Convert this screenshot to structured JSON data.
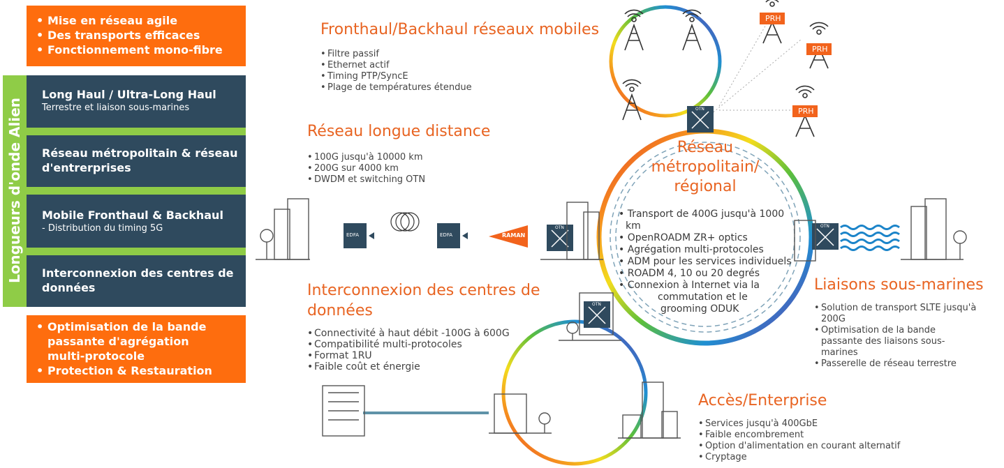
{
  "left_panel": {
    "top_box": [
      "Mise en réseau agile",
      "Des transports efficaces",
      "Fonctionnement mono-fibre"
    ],
    "vertical_label": "Longueurs d'onde Alien",
    "sections": [
      {
        "title": "Long Haul / Ultra-Long Haul",
        "subtitle": "Terrestre et liaison sous-marines"
      },
      {
        "title": "Réseau métropolitain & réseau d'entrerprises",
        "subtitle": ""
      },
      {
        "title": "Mobile Fronthaul & Backhaul",
        "subtitle": "- Distribution du timing 5G"
      },
      {
        "title": "Interconnexion des centres de données",
        "subtitle": ""
      }
    ],
    "bottom_box": [
      "Optimisation de la bande passante d'agrégation multi-protocole",
      "Protection & Restauration"
    ]
  },
  "fronthaul": {
    "title": "Fronthaul/Backhaul réseaux mobiles",
    "items": [
      "Filtre passif",
      "Ethernet actif",
      "Timing PTP/SyncE",
      "Plage de températures étendue"
    ]
  },
  "longue_distance": {
    "title": "Réseau longue distance",
    "items": [
      "100G jusqu'à 10000 km",
      "200G sur 4000 km",
      "DWDM et switching OTN"
    ]
  },
  "metro": {
    "title_lines": [
      "Réseau",
      "métropolitain/",
      "régional"
    ],
    "items": [
      "• Transport de 400G jusqu'à 1000",
      "km",
      "• OpenROADM ZR+ optics",
      "• Agrégation multi-protocoles",
      "• ADM pour les services individuels",
      "• ROADM 4, 10 ou 20 degrés",
      "• Connexion à Internet via la",
      "commutation et le",
      "grooming ODUK"
    ]
  },
  "datacenter": {
    "title_lines": [
      "Interconnexion des centres de",
      "données"
    ],
    "items": [
      "Connectivité à haut débit -100G à 600G",
      "Compatibilité multi-protocoles",
      "Format 1RU",
      "Faible coût et énergie"
    ]
  },
  "sousmarines": {
    "title": "Liaisons sous-marines",
    "items": [
      "Solution de transport SLTE jusqu'à 200G",
      "Optimisation de la bande passante des liaisons sous-marines",
      "Passerelle de réseau terrestre"
    ]
  },
  "acces": {
    "title": "Accès/Enterprise",
    "items": [
      "Services jusqu'à 400GbE",
      "Faible encombrement",
      "Option d'alimentation en courant alternatif",
      "Cryptage"
    ]
  },
  "labels": {
    "edfa": "EDFA",
    "raman": "RAMAN",
    "otn": "OTN",
    "prh": "PRH"
  },
  "colors": {
    "orange": "#fe6d0e",
    "navy": "#2f4a5e",
    "green": "#8fcc47",
    "heading": "#e86422"
  }
}
